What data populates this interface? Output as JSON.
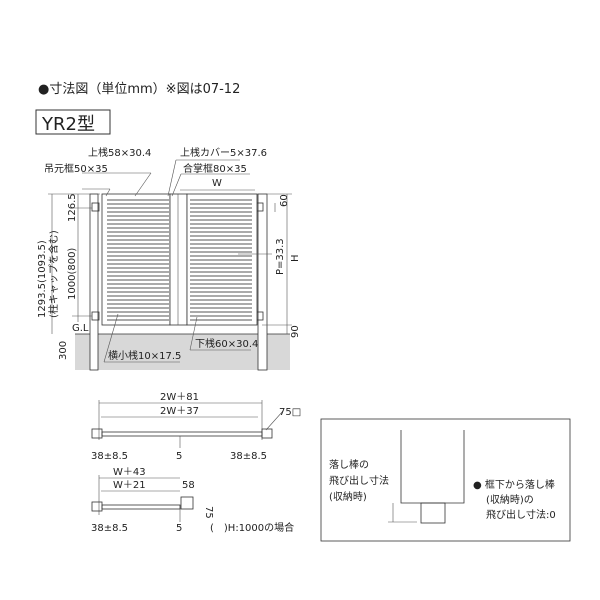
{
  "heading": "●寸法図（単位mm）※図は07-12",
  "type_label": "YR2型",
  "elevation": {
    "labels": {
      "top_rail": "上桟58×30.4",
      "hinge_frame": "吊元框50×35",
      "top_rail_cover": "上桟カバー5×37.6",
      "meeting_frame": "合掌框80×35",
      "width": "W",
      "dim_126": "126.5",
      "dim_total": "1293.5(1093.5)",
      "dim_total_note": "(柱キャップを含む)",
      "dim_1000": "1000(800)",
      "gl": "G.L",
      "dim_300": "300",
      "cross_slat": "横小桟10×17.5",
      "bottom_rail": "下桟60×30.4",
      "dim_60": "60",
      "pitch": "P=33.3",
      "height": "H",
      "dim_90": "90"
    }
  },
  "plan_double": {
    "outer": "2W＋81",
    "inner": "2W＋37",
    "post": "75□",
    "left": "38±8.5",
    "center": "5",
    "right": "38±8.5"
  },
  "plan_single": {
    "outer": "W＋43",
    "inner": "W＋21",
    "dim_58": "58",
    "dim_75": "75",
    "left": "38±8.5",
    "center": "5",
    "note": "(　)H:1000の場合"
  },
  "detail_box": {
    "left_lines": [
      "落し棒の",
      "飛び出し寸法",
      "(収納時)"
    ],
    "right_lines": [
      "● 框下から落し棒",
      "(収納時)の",
      "飛び出し寸法:0"
    ]
  }
}
